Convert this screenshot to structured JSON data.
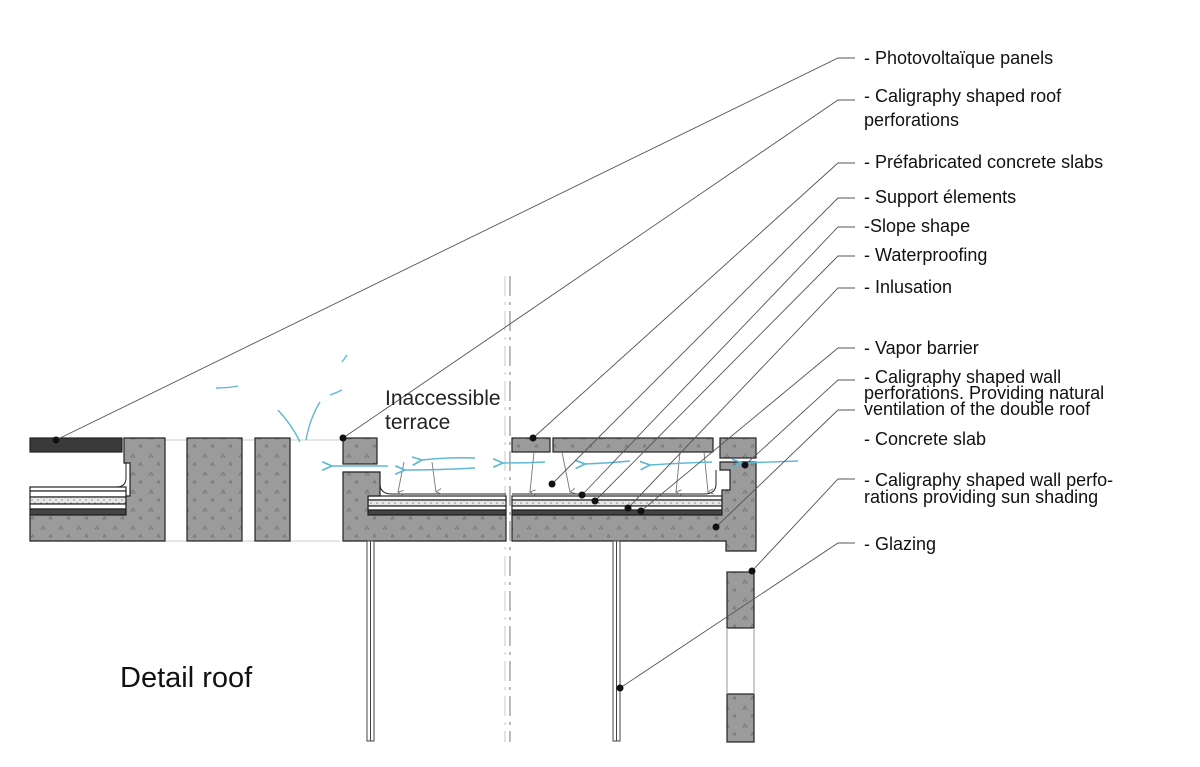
{
  "colors": {
    "concrete": "#9b9b9b",
    "concrete_dark": "#3a3a3a",
    "outline": "#222222",
    "airflow": "#5fb7d6",
    "leader": "#555555"
  },
  "title": "Detail roof",
  "inline_label": {
    "line1": "Inaccessible",
    "line2": "terrace"
  },
  "legend": [
    {
      "id": "pv",
      "lines": [
        "- Photovoltaïque panels"
      ]
    },
    {
      "id": "roof-perf",
      "lines": [
        "- Caligraphy shaped roof",
        "perforations"
      ]
    },
    {
      "id": "prefab",
      "lines": [
        "- Préfabricated concrete slabs"
      ]
    },
    {
      "id": "support",
      "lines": [
        "- Support élements"
      ]
    },
    {
      "id": "slope",
      "lines": [
        "-Slope shape"
      ]
    },
    {
      "id": "waterproof",
      "lines": [
        "- Waterproofing"
      ]
    },
    {
      "id": "insulation",
      "lines": [
        "- Inlusation"
      ]
    },
    {
      "id": "vapor",
      "lines": [
        "- Vapor barrier"
      ]
    },
    {
      "id": "wall-perf-vent",
      "lines": [
        "- Caligraphy shaped wall",
        "perforations. Providing natural",
        "ventilation of the double roof"
      ]
    },
    {
      "id": "concrete-slab",
      "lines": [
        "- Concrete slab"
      ]
    },
    {
      "id": "wall-perf-sun",
      "lines": [
        "- Caligraphy shaped wall perfo-",
        "rations providing sun shading"
      ]
    },
    {
      "id": "glazing",
      "lines": [
        "- Glazing"
      ]
    }
  ]
}
